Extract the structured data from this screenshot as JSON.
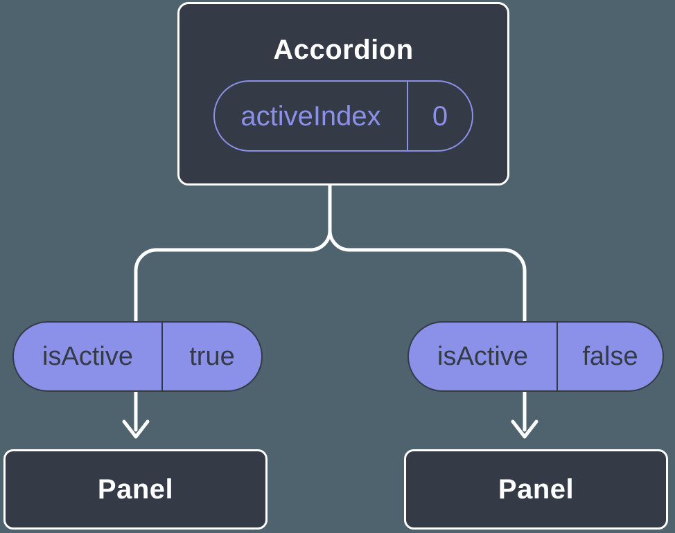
{
  "diagram": {
    "description": "Component tree showing state passed down as props",
    "colors": {
      "background": "#4e636e",
      "node_fill": "#343a46",
      "node_border": "#ffffff",
      "accent_purple": "#8b91e9",
      "prop_pill_fill": "#8b91e9",
      "prop_pill_text": "#343a46",
      "connector": "#ffffff"
    }
  },
  "root": {
    "title": "Accordion",
    "state": {
      "name": "activeIndex",
      "value": "0"
    }
  },
  "children": [
    {
      "prop": {
        "name": "isActive",
        "value": "true"
      },
      "title": "Panel"
    },
    {
      "prop": {
        "name": "isActive",
        "value": "false"
      },
      "title": "Panel"
    }
  ]
}
